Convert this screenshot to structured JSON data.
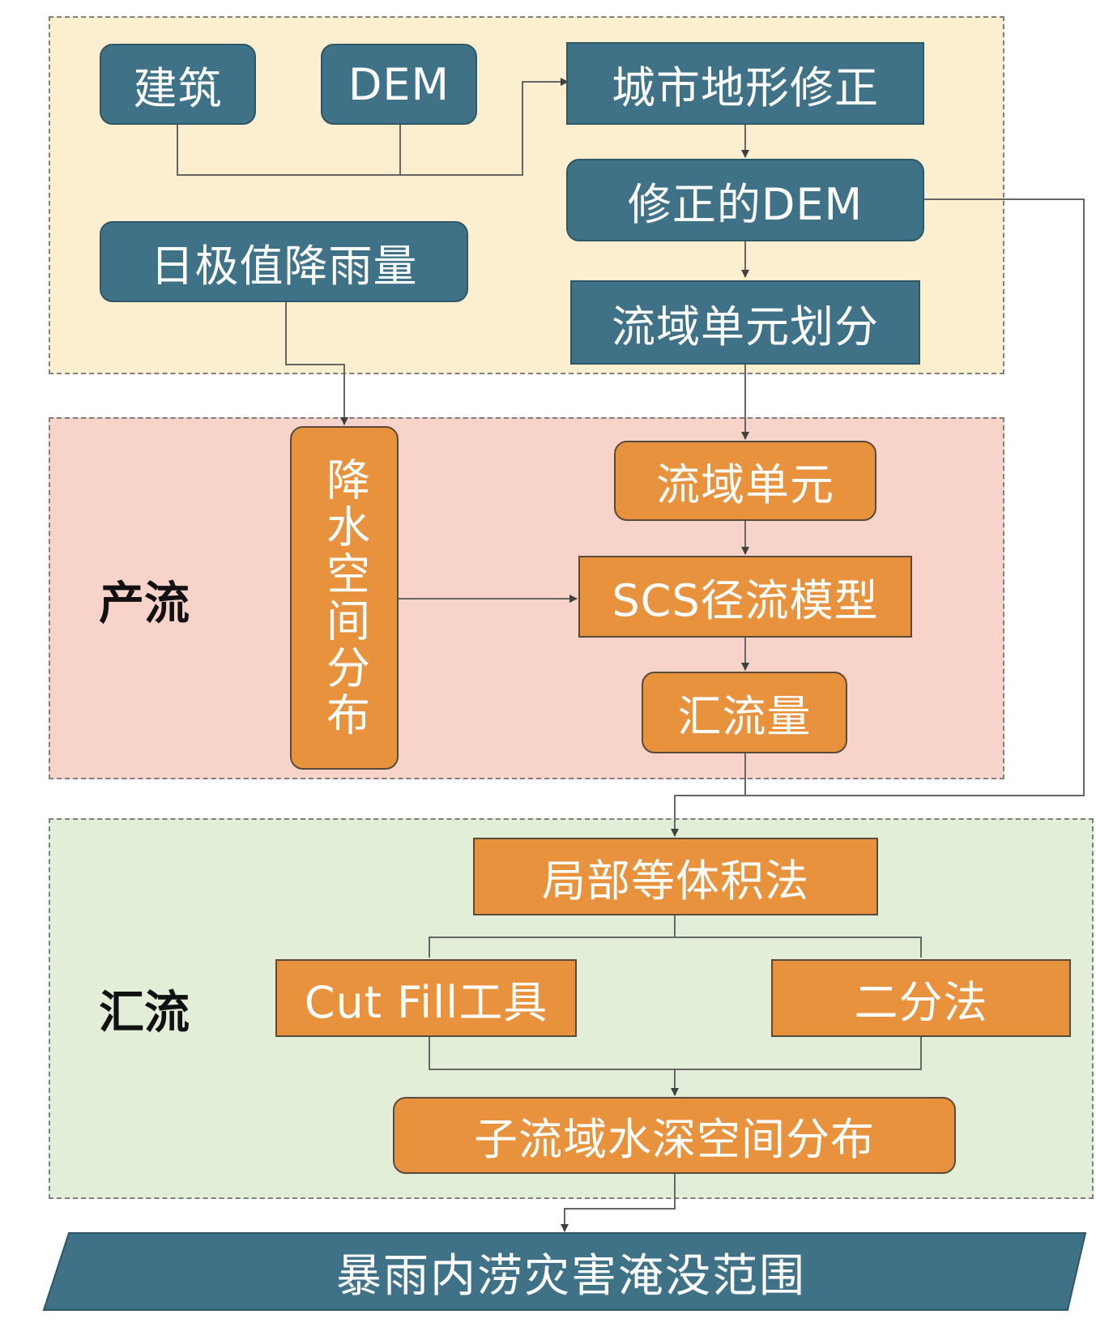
{
  "stages": {
    "runoff_label": "产流",
    "confluence_label": "汇流"
  },
  "nodes": {
    "building": "建筑",
    "dem": "DEM",
    "terrain_correction": "城市地形修正",
    "corrected_dem": "修正的DEM",
    "daily_max_rainfall": "日极值降雨量",
    "watershed_division": "流域单元划分",
    "rainfall_distribution": "降水空间分布",
    "watershed_unit": "流域单元",
    "scs_model": "SCS径流模型",
    "confluence_volume": "汇流量",
    "local_equal_volume": "局部等体积法",
    "cut_fill_tool": "Cut Fill工具",
    "bisection": "二分法",
    "subwatershed_depth": "子流域水深空间分布",
    "output": "暴雨内涝灾害淹没范围"
  },
  "colors": {
    "teal": "#3f7287",
    "orange": "#e8923e",
    "panel_top": "#fcefd0",
    "panel_mid": "#f7d3ca",
    "panel_bottom": "#e3eed9"
  }
}
